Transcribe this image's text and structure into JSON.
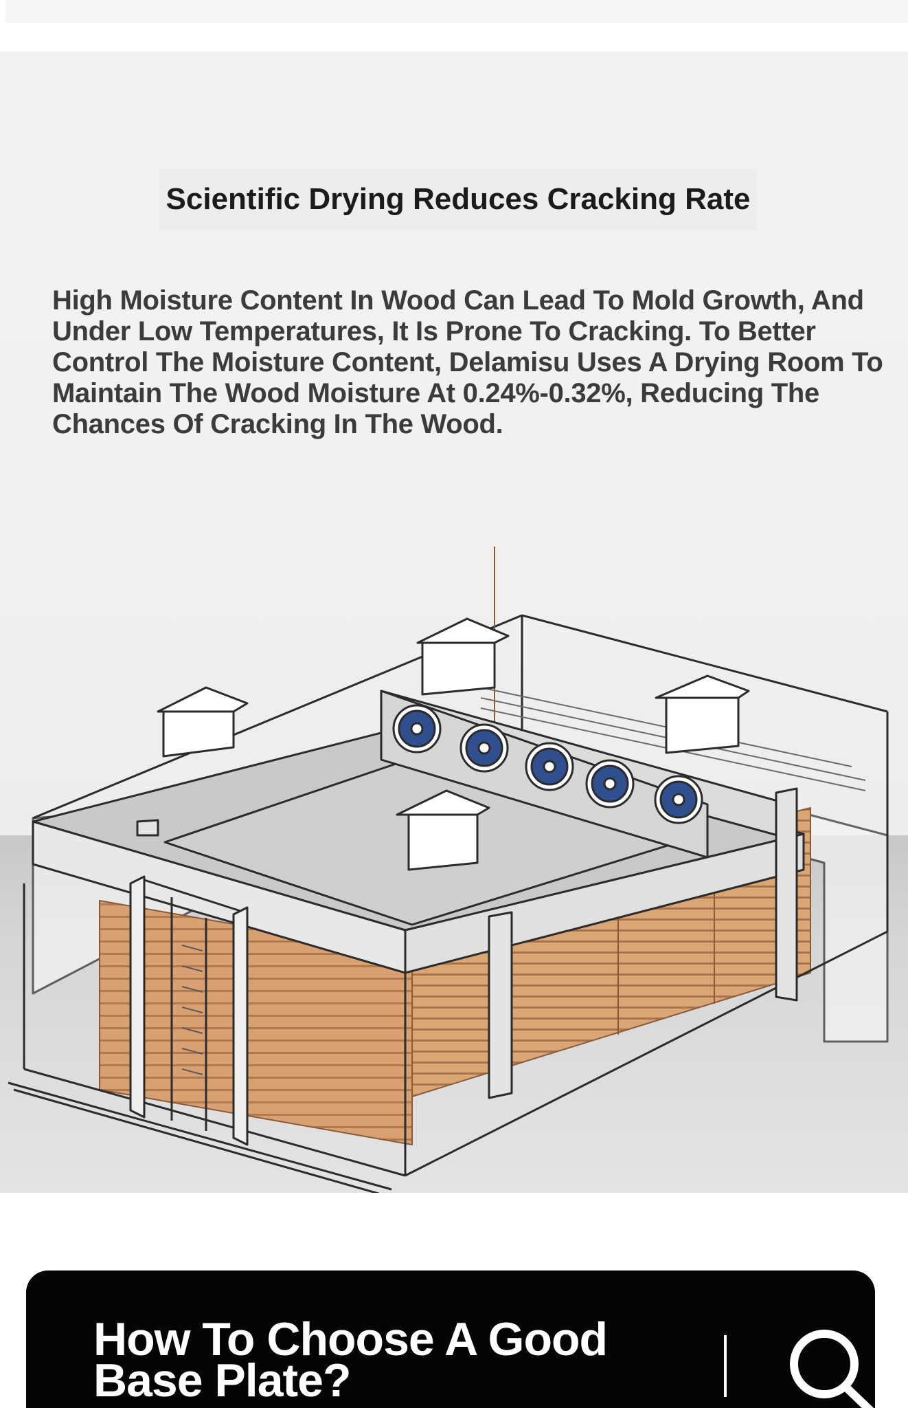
{
  "section": {
    "title": "Scientific Drying Reduces Cracking Rate",
    "body": "High Moisture Content In Wood Can Lead To Mold Growth, And Under Low Temperatures, It Is Prone To Cracking. To Better Control The Moisture Content, Delamisu Uses A Drying Room To Maintain The Wood Moisture At 0.24%-0.32%, Reducing The Chances Of Cracking In The Wood."
  },
  "illustration": {
    "subject": "drying-room",
    "colors": {
      "wood": "#d9a071",
      "wood_line": "#a9724a",
      "fan": "#2f4f8f",
      "outline": "#2b2b2b"
    }
  },
  "search_bar": {
    "query": "How To Choose A Good Base Plate?",
    "icon": "search-icon"
  }
}
